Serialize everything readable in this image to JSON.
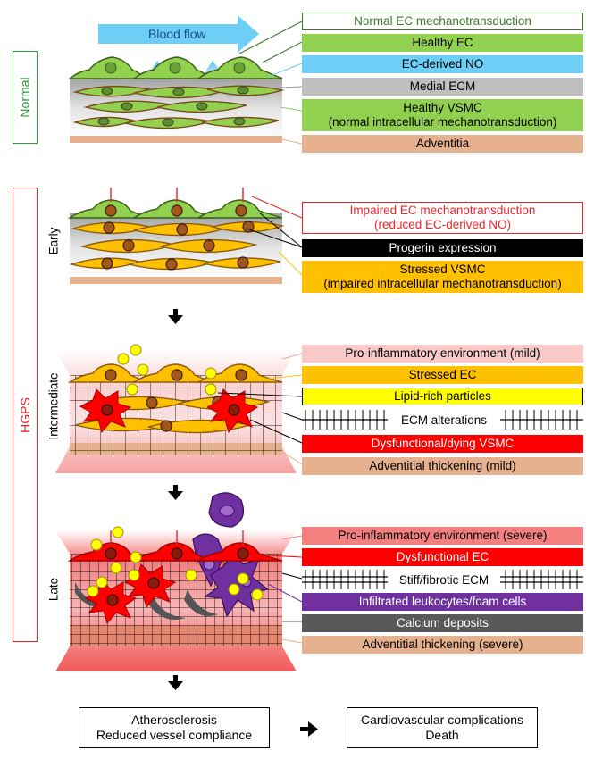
{
  "flow": {
    "label": "Blood flow"
  },
  "normal": {
    "tag": "Normal",
    "labels": [
      {
        "text": "Normal EC mechanotransduction",
        "bg": "#ffffff",
        "border": "#3b7a22",
        "color": "#3b7a22"
      },
      {
        "text": "Healthy EC",
        "bg": "#92d050"
      },
      {
        "text": "EC-derived NO",
        "bg": "#6dcff6"
      },
      {
        "text": "Medial ECM",
        "bg": "#bfbfbf"
      },
      {
        "line1": "Healthy VSMC",
        "line2": "(normal intracellular mechanotransduction)",
        "bg": "#92d050"
      },
      {
        "text": "Adventitia",
        "bg": "#e6b18e"
      }
    ]
  },
  "hgps": {
    "tag": "HGPS",
    "stages": {
      "early": "Early",
      "intermediate": "Intermediate",
      "late": "Late"
    },
    "early_labels": [
      {
        "line1": "Impaired EC mechanotransduction",
        "line2": "(reduced EC-derived NO)",
        "bg": "#ffffff",
        "border": "#e8262a",
        "color": "#e8262a"
      },
      {
        "text": "Progerin expression",
        "bg": "#000000",
        "color": "#ffffff"
      },
      {
        "line1": "Stressed VSMC",
        "line2": "(impaired intracellular mechanotransduction)",
        "bg": "#ffc000"
      }
    ],
    "intermediate_labels": [
      {
        "text": "Pro-inflammatory environment (mild)",
        "bg": "#f9c9c9"
      },
      {
        "text": "Stressed EC",
        "bg": "#ffc000"
      },
      {
        "text": "Lipid-rich particles",
        "bg": "#ffff00",
        "border": "#000000"
      },
      {
        "text": "ECM alterations"
      },
      {
        "text": "Dysfunctional/dying VSMC",
        "bg": "#ff0000",
        "color": "#ffffff"
      },
      {
        "text": "Adventitial thickening (mild)",
        "bg": "#e6b18e"
      }
    ],
    "late_labels": [
      {
        "text": "Pro-inflammatory environment (severe)",
        "bg": "#f47f7f"
      },
      {
        "text": "Dysfunctional EC",
        "bg": "#ff0000",
        "color": "#ffffff"
      },
      {
        "text": "Stiff/fibrotic ECM"
      },
      {
        "text": "Infiltrated leukocytes/foam cells",
        "bg": "#7030a0",
        "color": "#ffffff"
      },
      {
        "text": "Calcium deposits",
        "bg": "#595959",
        "color": "#ffffff"
      },
      {
        "text": "Adventitial thickening (severe)",
        "bg": "#e6b18e"
      }
    ]
  },
  "outcomes": {
    "left": {
      "line1": "Atherosclerosis",
      "line2": "Reduced vessel compliance"
    },
    "right": {
      "line1": "Cardiovascular complications",
      "line2": "Death"
    }
  }
}
